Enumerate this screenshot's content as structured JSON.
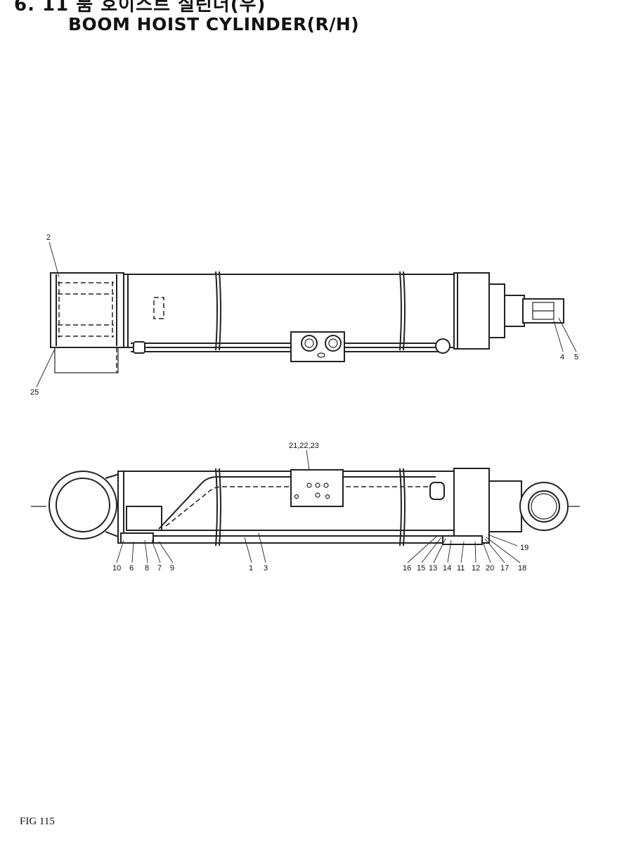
{
  "header": {
    "section_line": "6. 11  붐 호이스트 실린더(우)",
    "title": "BOOM HOIST CYLINDER(R/H)"
  },
  "figure": {
    "label": "FIG 115"
  },
  "callouts": {
    "top_view": {
      "c2": "2",
      "c25": "25",
      "c4": "4",
      "c5": "5"
    },
    "section_view": {
      "c21_22_23": "21,22,23",
      "c10": "10",
      "c6": "6",
      "c8": "8",
      "c7": "7",
      "c9": "9",
      "c1": "1",
      "c3": "3",
      "c16": "16",
      "c15": "15",
      "c13": "13",
      "c14": "14",
      "c11": "11",
      "c12": "12",
      "c20": "20",
      "c17": "17",
      "c18": "18",
      "c19": "19"
    }
  }
}
